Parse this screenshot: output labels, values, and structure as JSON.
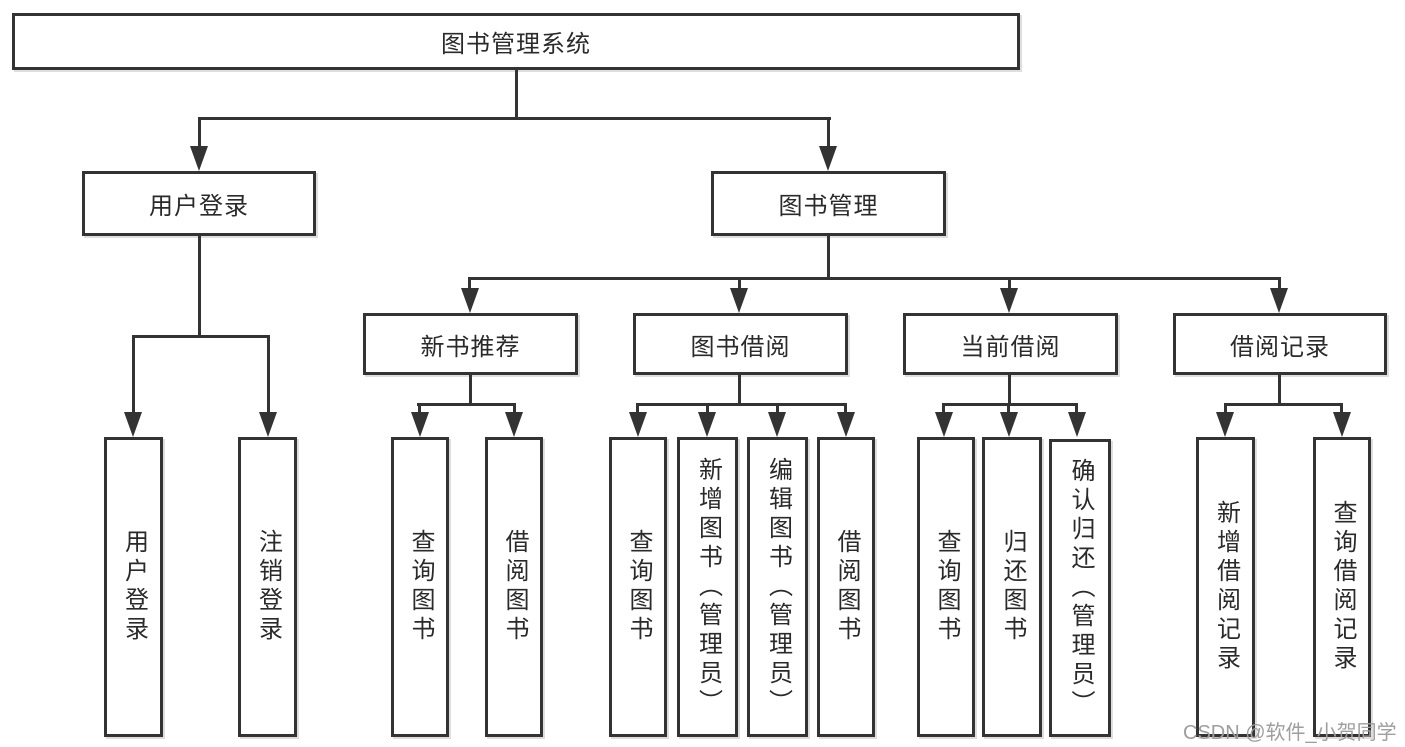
{
  "root": {
    "label": "图书管理系统"
  },
  "level2": [
    {
      "label": "用户登录"
    },
    {
      "label": "图书管理"
    }
  ],
  "level3": [
    {
      "label": "新书推荐"
    },
    {
      "label": "图书借阅"
    },
    {
      "label": "当前借阅"
    },
    {
      "label": "借阅记录"
    }
  ],
  "leaves": {
    "user": [
      "用户登录",
      "注销登录"
    ],
    "newbook": [
      "查询图书",
      "借阅图书"
    ],
    "borrow": [
      "查询图书",
      "新增图书（管理员）",
      "编辑图书（管理员）",
      "借阅图书"
    ],
    "current": [
      "查询图书",
      "归还图书",
      "确认归还（管理员）"
    ],
    "records": [
      "新增借阅记录",
      "查询借阅记录"
    ]
  },
  "watermark": {
    "text": "CSDN @软件_小贺同学"
  },
  "colors": {
    "line": "#333333",
    "box_background": "#ffffff",
    "text": "#2a2a2a",
    "watermark": "#9e9e9e"
  }
}
